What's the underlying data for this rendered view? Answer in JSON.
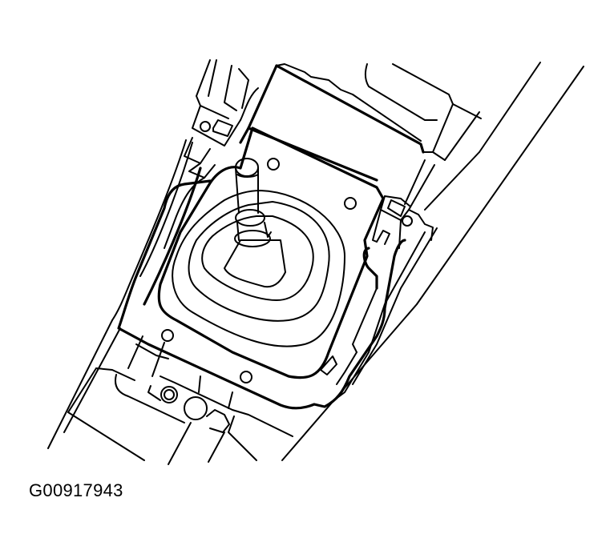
{
  "figure": {
    "id_label": "G00917943",
    "subject": "Manual transmission shift lever console / boot assembly (line illustration)",
    "colors": {
      "line": "#000000",
      "background": "#ffffff"
    }
  },
  "components": {
    "shift_lever": "shift-lever",
    "shift_boot": "shift-boot",
    "boot_bezel_plate": "boot-bezel-plate",
    "console_cover_rear": "console-cover-rear",
    "mounting_screws": 6,
    "retaining_clips": 2
  }
}
